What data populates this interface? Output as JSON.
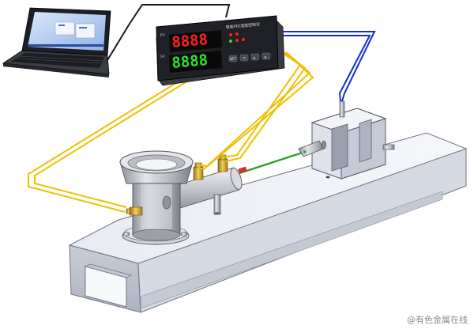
{
  "controller": {
    "top_display": "8888",
    "bottom_display": "8888",
    "brand_label": "智能PID温度控制仪",
    "pv_label": "PV",
    "sv_label": "SV",
    "set_key": "SET"
  },
  "watermark": "@有色金属在线",
  "colors": {
    "thermocouple_wire": "#f0c000",
    "signal_wire": "#1830c8",
    "cable": "#1a1a1a",
    "green_rod": "#2ca02c",
    "display_red": "#ff2020",
    "display_green": "#30e030"
  },
  "icons": {
    "laptop": "laptop-icon",
    "controller": "temperature-controller-icon"
  }
}
